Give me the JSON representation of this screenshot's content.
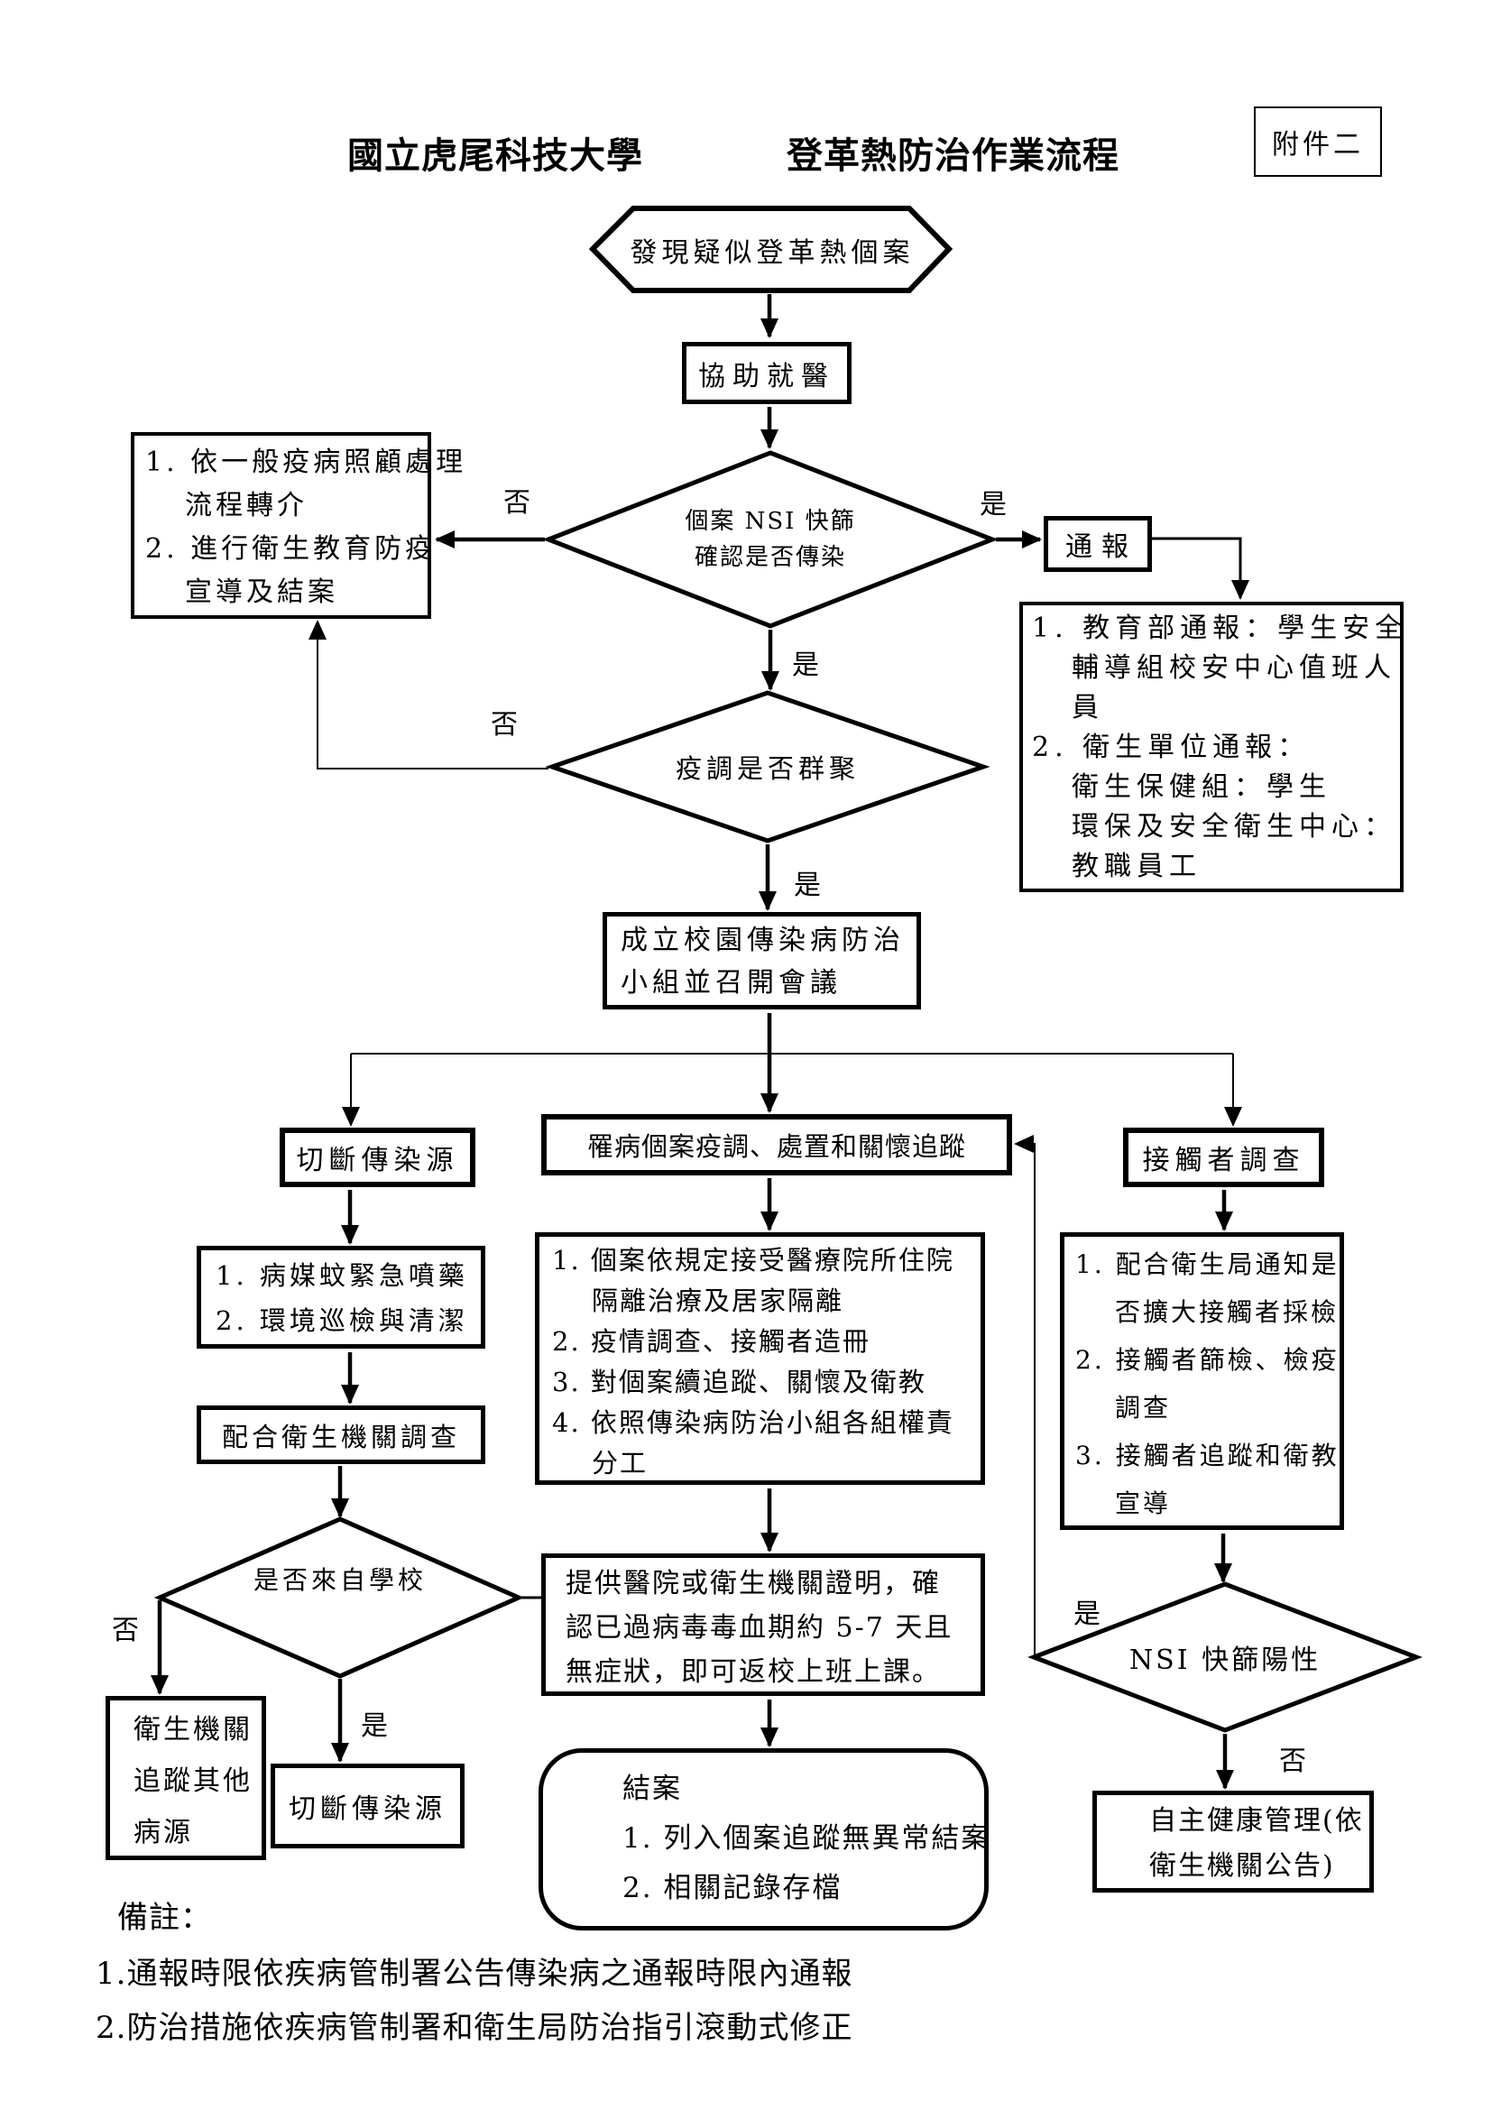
{
  "header": {
    "title_left": "國立虎尾科技大學",
    "title_right": "登革熱防治作業流程",
    "attachment": "附件二"
  },
  "labels": {
    "yes": "是",
    "no": "否"
  },
  "nodes": {
    "start": "發現疑似登革熱個案",
    "assist": "協助就醫",
    "nsi_decision": {
      "lines": [
        "個案 NSI 快篩",
        "確認是否傳染"
      ]
    },
    "general_care": {
      "lines": [
        "1. 依一般疫病照顧處理",
        "流程轉介",
        "2. 進行衛生教育防疫",
        "宣導及結案"
      ]
    },
    "notify": "通報",
    "notify_detail": {
      "lines": [
        "1. 教育部通報：學生安全",
        "輔導組校安中心值班人",
        "員",
        "2. 衛生單位通報：",
        "衛生保健組：學生",
        "環保及安全衛生中心：",
        "教職員工"
      ]
    },
    "cluster_decision": "疫調是否群聚",
    "committee": {
      "lines": [
        "成立校園傳染病防治",
        "小組並召開會議"
      ]
    },
    "cut_source_header": "切斷傳染源",
    "case_header": "罹病個案疫調、處置和關懷追蹤",
    "contact_header": "接觸者調查",
    "mosquito": {
      "lines": [
        "1. 病媒蚊緊急噴藥",
        "2. 環境巡檢與清潔"
      ]
    },
    "cooperate": "配合衛生機關調查",
    "school_decision": "是否來自學校",
    "other_source": {
      "lines": [
        "衛生機關",
        "追蹤其他",
        "病源"
      ]
    },
    "cut_source2": "切斷傳染源",
    "case_detail": {
      "lines": [
        "1. 個案依規定接受醫療院所住院",
        "隔離治療及居家隔離",
        "2. 疫情調查、接觸者造冊",
        "3. 對個案續追蹤、關懷及衛教",
        "4. 依照傳染病防治小組各組權責",
        "分工"
      ]
    },
    "certificate": {
      "lines": [
        "提供醫院或衛生機關證明，確",
        "認已過病毒毒血期約 5-7 天且",
        "無症狀，即可返校上班上課。"
      ]
    },
    "closing": {
      "lines": [
        "結案",
        "1. 列入個案追蹤無異常結案",
        "2. 相關記錄存檔"
      ]
    },
    "contact_detail": {
      "lines": [
        "1. 配合衛生局通知是",
        "否擴大接觸者採檢",
        "2. 接觸者篩檢、檢疫",
        "調查",
        "3. 接觸者追蹤和衛教",
        "宣導"
      ]
    },
    "nsi_positive_decision": "NSI 快篩陽性",
    "self_health": {
      "lines": [
        "自主健康管理(依",
        "衛生機關公告)"
      ]
    }
  },
  "notes": {
    "title": "備註：",
    "items": [
      "1.通報時限依疾病管制署公告傳染病之通報時限內通報",
      "2.防治措施依疾病管制署和衛生局防治指引滾動式修正"
    ]
  }
}
